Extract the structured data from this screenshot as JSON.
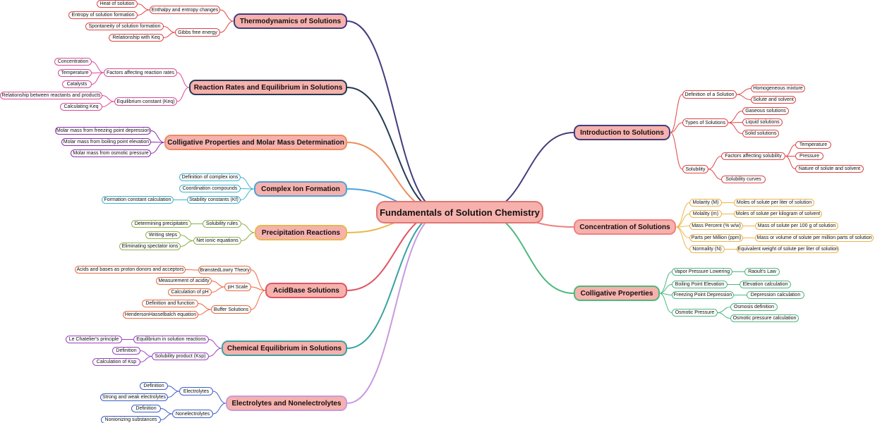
{
  "root": {
    "label": "Fundamentals of Solution Chemistry",
    "fill": "#f7b1ad",
    "stroke": "#e17774"
  },
  "left_branches": [
    {
      "label": "Thermodynamics of Solutions",
      "fill": "#f7b1ad",
      "stroke": "#423c7d",
      "groups": [
        {
          "label": "Enthalpy and entropy changes",
          "color": "#e04545",
          "children": [
            "Heat of solution",
            "Entropy of solution formation"
          ]
        },
        {
          "label": "Gibbs free energy",
          "color": "#e04545",
          "children": [
            "Spontaneity of solution formation",
            "Relationship with Keq"
          ]
        }
      ]
    },
    {
      "label": "Reaction Rates and Equilibrium in Solutions",
      "fill": "#f7b1ad",
      "stroke": "#253b53",
      "groups": [
        {
          "label": "Factors affecting reaction rates",
          "color": "#d9499a",
          "children": [
            "Concentration",
            "Temperature",
            "Catalysts"
          ]
        },
        {
          "label": "Equilibrium constant (Keq)",
          "color": "#d9499a",
          "children": [
            "Relationship between reactants and products",
            "Calculating Keq"
          ]
        }
      ]
    },
    {
      "label": "Colligative Properties and Molar Mass Determination",
      "fill": "#f7b1ad",
      "stroke": "#ee8d5d",
      "children": [
        "Molar mass from freezing point depression",
        "Molar mass from boiling point elevation",
        "Molar mass from osmotic pressure"
      ],
      "children_color": "#8b2aa8"
    },
    {
      "label": "Complex Ion Formation",
      "fill": "#f7b1ad",
      "stroke": "#4ba2dc",
      "children": [
        "Definition of complex ions",
        "Coordination compounds"
      ],
      "groups": [
        {
          "label": "Stability constants (Kf)",
          "color": "#3cb4d2",
          "children": [
            "Formation constant calculation"
          ]
        }
      ]
    },
    {
      "label": "Precipitation Reactions",
      "fill": "#f7b1ad",
      "stroke": "#e7b94c",
      "groups": [
        {
          "label": "Solubility rules",
          "color": "#8eb34c",
          "children": [
            "Determining precipitates"
          ]
        },
        {
          "label": "Net ionic equations",
          "color": "#8eb34c",
          "children": [
            "Writing steps",
            "Eliminating spectator ions"
          ]
        }
      ]
    },
    {
      "label": "AcidBase Solutions",
      "fill": "#f7b1ad",
      "stroke": "#e05465",
      "groups": [
        {
          "label": "BrønstedLowry Theory",
          "color": "#e9683f",
          "children": [
            "Acids and bases as proton donors and acceptors"
          ]
        },
        {
          "label": "pH Scale",
          "color": "#e9683f",
          "children": [
            "Measurement of acidity",
            "Calculation of pH"
          ]
        },
        {
          "label": "Buffer Solutions",
          "color": "#e9683f",
          "children": [
            "Definition and function",
            "HendersonHasselbalch equation"
          ]
        }
      ]
    },
    {
      "label": "Chemical Equilibrium in Solutions",
      "fill": "#f7b1ad",
      "stroke": "#37a3a0",
      "groups": [
        {
          "label": "Equilibrium in solution reactions",
          "color": "#9b3fc8",
          "children": [
            "Le Chatelier's principle"
          ]
        },
        {
          "label": "Solubility product (Ksp)",
          "color": "#9b3fc8",
          "children": [
            "Definition",
            "Calculation of Ksp"
          ]
        }
      ]
    },
    {
      "label": "Electrolytes and Nonelectrolytes",
      "fill": "#f7b1ad",
      "stroke": "#c89ae0",
      "groups": [
        {
          "label": "Electrolytes",
          "color": "#3b5fc8",
          "children": [
            "Definition",
            "Strong and weak electrolytes"
          ]
        },
        {
          "label": "Nonelectrolytes",
          "color": "#3b5fc8",
          "children": [
            "Definition",
            "Nonionizing substances"
          ]
        }
      ]
    }
  ],
  "right_branches": [
    {
      "label": "Introduction to Solutions",
      "fill": "#f7b1ad",
      "stroke": "#423c7d",
      "groups": [
        {
          "label": "Definition of a Solution",
          "color": "#e04545",
          "children": [
            "Homogeneous mixture",
            "Solute and solvent"
          ]
        },
        {
          "label": "Types of Solutions",
          "color": "#e04545",
          "children": [
            "Gaseous solutions",
            "Liquid solutions",
            "Solid solutions"
          ]
        },
        {
          "label": "Solubility",
          "color": "#e04545",
          "children": [
            "Factors affecting solubility",
            "Solubility curves"
          ]
        }
      ],
      "sub_children": [
        "Temperature",
        "Pressure",
        "Nature of solute and solvent"
      ]
    },
    {
      "label": "Concentration of Solutions",
      "fill": "#f7b1ad",
      "stroke": "#f08080",
      "groups": [
        {
          "label": "Molarity (M)",
          "color": "#ecb44a",
          "children": [
            "Moles of solute per liter of solution"
          ]
        },
        {
          "label": "Molality (m)",
          "color": "#ecb44a",
          "children": [
            "Moles of solute per kilogram of solvent"
          ]
        },
        {
          "label": "Mass Percent (% w/w)",
          "color": "#ecb44a",
          "children": [
            "Mass of solute per 100 g of solution"
          ]
        },
        {
          "label": "Parts per Million (ppm)",
          "color": "#ecb44a",
          "children": [
            "Mass or volume of solute per million parts of solution"
          ]
        },
        {
          "label": "Normality (N)",
          "color": "#ecb44a",
          "children": [
            "Equivalent weight of solute per liter of solution"
          ]
        }
      ]
    },
    {
      "label": "Colligative Properties",
      "fill": "#f7b1ad",
      "stroke": "#4cb87e",
      "groups": [
        {
          "label": "Vapor Pressure Lowering",
          "color": "#4cb87e",
          "children": [
            "Raoult's Law"
          ]
        },
        {
          "label": "Boiling Point Elevation",
          "color": "#4cb87e",
          "children": [
            "Elevation calculation"
          ]
        },
        {
          "label": "Freezing Point Depression",
          "color": "#4cb87e",
          "children": [
            "Depression calculation"
          ]
        },
        {
          "label": "Osmotic Pressure",
          "color": "#4cb87e",
          "children": [
            "Osmosis definition",
            "Osmotic pressure calculation"
          ]
        }
      ]
    }
  ]
}
